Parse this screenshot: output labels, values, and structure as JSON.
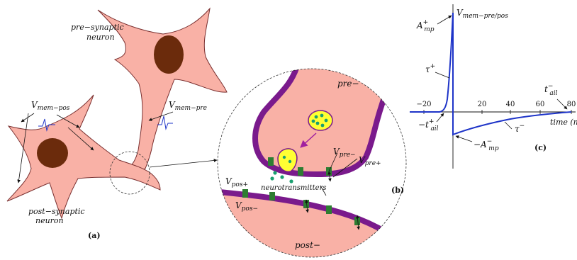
{
  "panel_a": {
    "pre_label_line1": "pre−synaptic",
    "pre_label_line2": "neuron",
    "post_label_line1": "post−synaptic",
    "post_label_line2": "neuron",
    "v_mem_pos": "V",
    "v_mem_pos_sub": "mem−pos",
    "v_mem_pre": "V",
    "v_mem_pre_sub": "mem−pre",
    "tag": "(a)"
  },
  "panel_b": {
    "pre_label": "pre−",
    "post_label": "post−",
    "v_pre_minus": "V",
    "v_pre_minus_sub": "pre−",
    "v_pre_plus": "V",
    "v_pre_plus_sub": "pre+",
    "v_pos_plus": "V",
    "v_pos_plus_sub": "pos+",
    "v_pos_minus": "V",
    "v_pos_minus_sub": "pos−",
    "neurotransmitters": "neurotransmitters",
    "tag": "(b)"
  },
  "panel_c": {
    "y_axis_label": "V",
    "y_axis_label_sub": "mem−pre/pos",
    "x_axis_label": "time (m",
    "a_plus": "A",
    "a_plus_sup": "+",
    "a_plus_sub": "mp",
    "a_minus": "−A",
    "a_minus_sup": "−",
    "a_minus_sub": "mp",
    "tau_plus": "τ",
    "tau_plus_sup": "+",
    "tau_minus": "τ",
    "tau_minus_sup": "−",
    "t_tail_plus": "−t",
    "t_tail_plus_sup": "+",
    "t_tail_plus_sub": "ail",
    "t_tail_minus": "t",
    "t_tail_minus_sup": "−",
    "t_tail_minus_sub": "ail",
    "tag": "(c)",
    "x_ticks": [
      "−20",
      "20",
      "40",
      "60",
      "80"
    ]
  },
  "colors": {
    "neuron_fill": "#f9b1a6",
    "neuron_stroke": "#7a3030",
    "nucleus": "#6b2b0c",
    "membrane": "#7a1a8c",
    "channel": "#2e7d32",
    "vesicle_fill": "#ffff33",
    "vesicle_dots": "#1aa070",
    "curve": "#1e34c8"
  }
}
